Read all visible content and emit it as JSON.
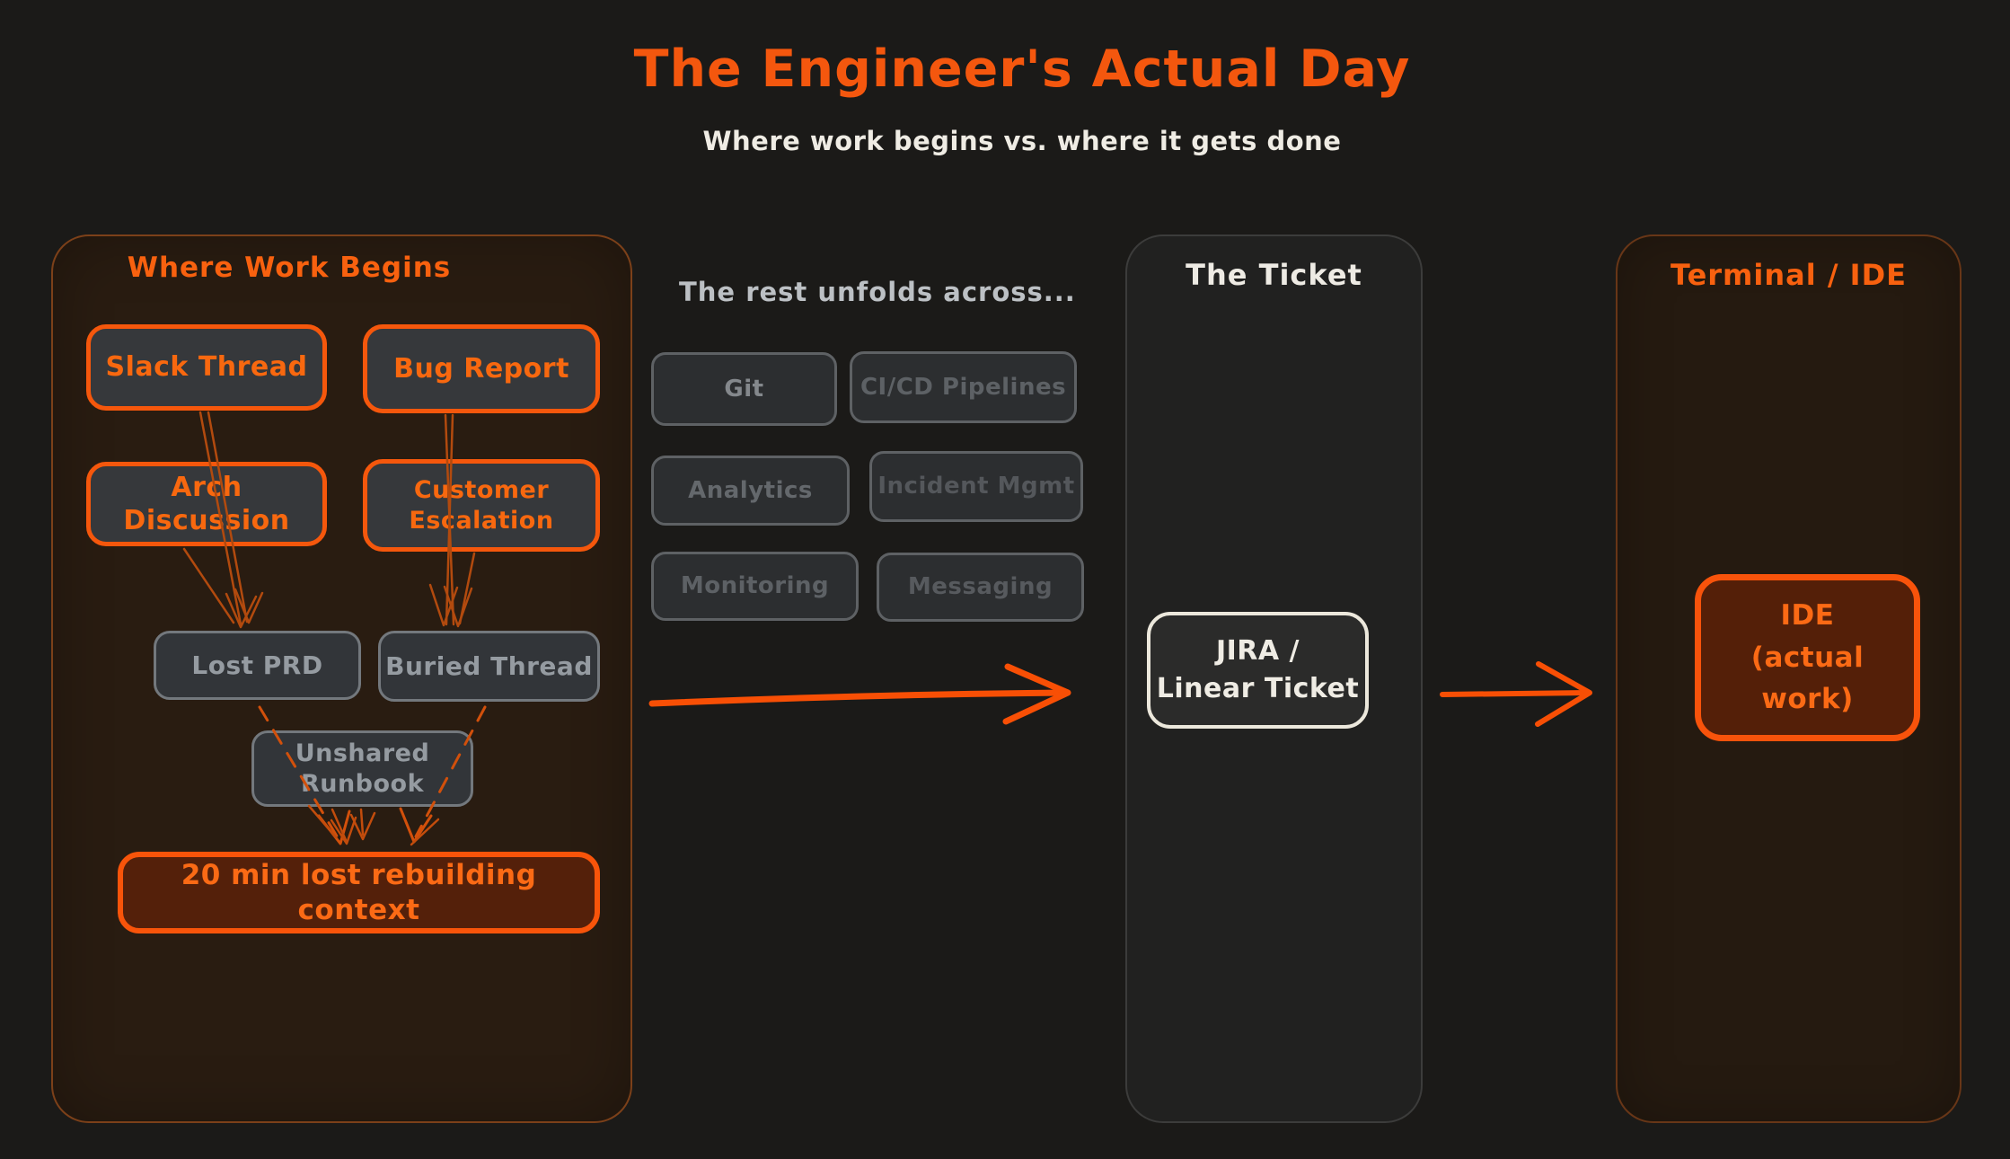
{
  "header": {
    "title": "The Engineer's Actual Day",
    "subtitle": "Where work begins vs. where it gets done"
  },
  "left_panel": {
    "title": "Where Work Begins",
    "sources": [
      {
        "label": "Slack Thread"
      },
      {
        "label": "Bug Report"
      },
      {
        "label": "Arch Discussion"
      },
      {
        "label": "Customer Escalation"
      }
    ],
    "artifacts": [
      {
        "label": "Lost PRD"
      },
      {
        "label": "Buried Thread"
      },
      {
        "label": "Unshared Runbook"
      }
    ],
    "outcome": {
      "label": "20 min lost rebuilding context"
    }
  },
  "middle": {
    "title": "The rest unfolds across...",
    "tools": [
      {
        "label": "Git",
        "text_color": "#84888c"
      },
      {
        "label": "CI/CD Pipelines",
        "text_color": "#5d6165"
      },
      {
        "label": "Analytics",
        "text_color": "#64686c"
      },
      {
        "label": "Incident Mgmt",
        "text_color": "#54575b"
      },
      {
        "label": "Monitoring",
        "text_color": "#5d6165"
      },
      {
        "label": "Messaging",
        "text_color": "#575a5e"
      }
    ]
  },
  "ticket_panel": {
    "title": "The Ticket",
    "box": {
      "line1": "JIRA /",
      "line2": "Linear Ticket"
    }
  },
  "terminal_panel": {
    "title": "Terminal / IDE",
    "box": {
      "line1": "IDE",
      "line2": "(actual work)"
    }
  },
  "colors": {
    "background": "#1b1a18",
    "accent_orange": "#f8590e",
    "arrow_orange": "#f84f05",
    "connector_rust": "#b24a0e",
    "dashed_rust": "#d2500b",
    "burnt_fill": "#54200a",
    "panel_left_fill": "#291c11",
    "panel_terminal_fill": "#251a10",
    "gray_node_border": "#73787d",
    "gray_node_text": "#959ba1",
    "offwhite": "#efece4"
  }
}
